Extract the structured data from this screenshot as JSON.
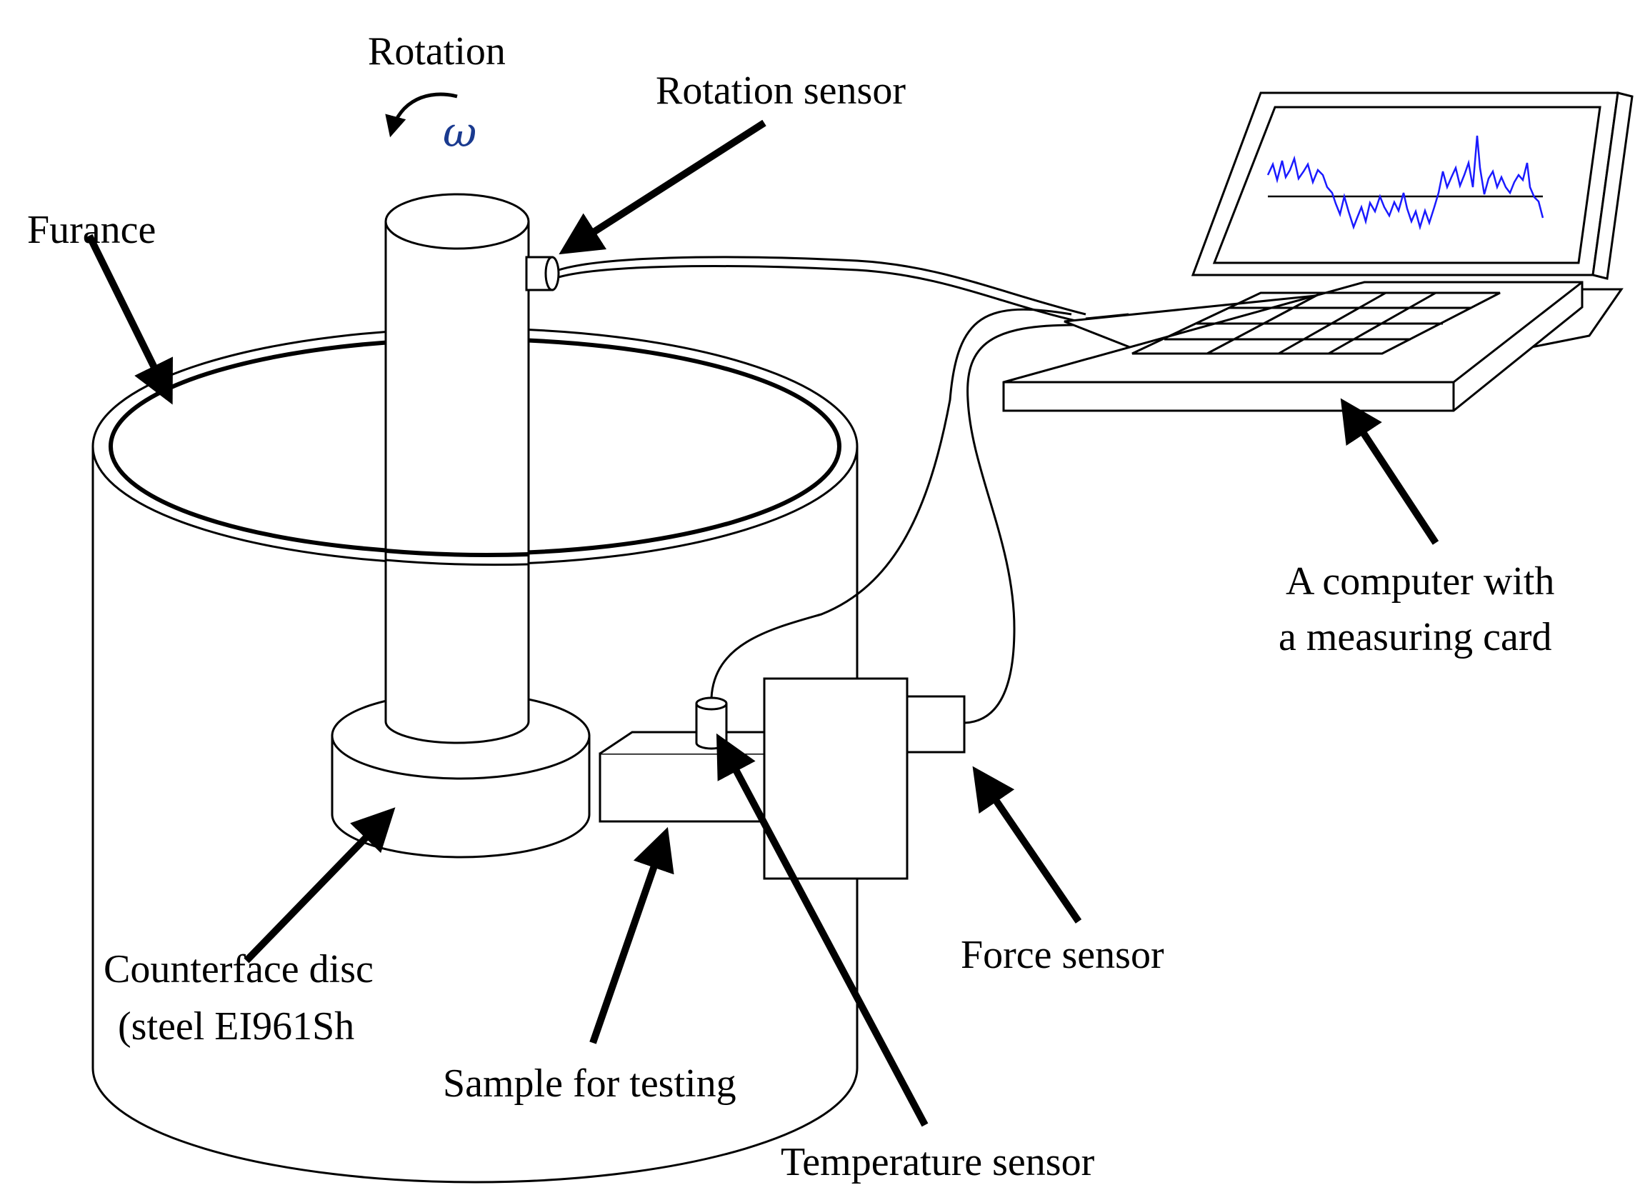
{
  "labels": {
    "rotation": "Rotation",
    "omega": "ω",
    "rotation_sensor": "Rotation sensor",
    "furnace": "Furance",
    "computer_line1": "A computer with",
    "computer_line2": "a measuring card",
    "counterface_line1": "Counterface disc",
    "counterface_line2": "(steel EI961Sh",
    "force_sensor": "Force sensor",
    "sample": "Sample for testing",
    "temperature_sensor": "Temperature sensor"
  },
  "colors": {
    "signal": "#1a1aff",
    "omega": "#1a3a8f",
    "line": "#000000"
  }
}
